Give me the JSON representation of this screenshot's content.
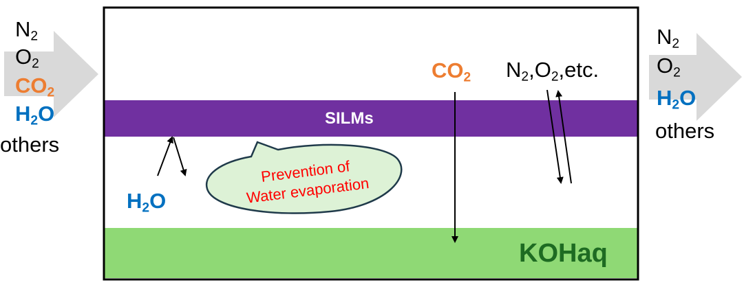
{
  "colors": {
    "co2": "#ED7D31",
    "h2o": "#0070C0",
    "silm_band": "#7030A0",
    "koh_band": "#8FD975",
    "koh_text": "#1E6B22",
    "bubble_fill": "#DDF2D6",
    "bubble_stroke": "#1F3A4A",
    "bubble_text": "#FF0000",
    "arrow_bg": "#D9D9D9"
  },
  "inlet": {
    "items": [
      {
        "base": "N",
        "sub": "2",
        "suffix": ""
      },
      {
        "base": "O",
        "sub": "2",
        "suffix": ""
      },
      {
        "base": "CO",
        "sub": "2",
        "suffix": ""
      },
      {
        "base": "H",
        "sub": "2",
        "suffix": "O"
      },
      {
        "base": "others",
        "sub": "",
        "suffix": ""
      }
    ]
  },
  "outlet": {
    "items": [
      {
        "base": "N",
        "sub": "2",
        "suffix": ""
      },
      {
        "base": "O",
        "sub": "2",
        "suffix": ""
      },
      {
        "base": "H",
        "sub": "2",
        "suffix": "O"
      },
      {
        "base": "others",
        "sub": "",
        "suffix": ""
      }
    ]
  },
  "chamber": {
    "silm_label": "SILMs",
    "koh_label": "KOHaq",
    "co2_label": {
      "base": "CO",
      "sub": "2"
    },
    "gases_label": {
      "a": "N",
      "a_sub": "2",
      "sep1": ",",
      "b": "O",
      "b_sub": "2",
      "tail": ",etc."
    },
    "h2o_label": {
      "base": "H",
      "sub": "2",
      "suffix": "O"
    },
    "bubble": {
      "line1": "Prevention of",
      "line2": "Water evaporation"
    }
  }
}
